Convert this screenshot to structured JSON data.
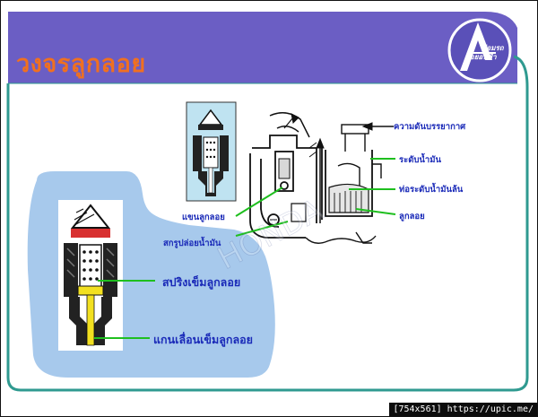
{
  "slide": {
    "title": "วงจรลูกลอย",
    "logo_line1": "ช่อมรถ",
    "logo_line2": "ล้อยอนช้า"
  },
  "diagram": {
    "labels": {
      "atmospheric_pressure": "ความดันบรรยากาศ",
      "fuel_level": "ระดับน้ำมัน",
      "fuel_level_tube": "ท่อระดับน้ำมันล้น",
      "float": "ลูกลอย",
      "float_arm": "แขนลูกลอย",
      "float_screw": "สกรูปล่อยน้ำมัน",
      "needle_spring": "สปริงเข็มลูกลอย",
      "needle_rod": "แกนเลื่อนเข็มลูกลอย"
    },
    "watermark": "HONDA"
  },
  "footer": {
    "credit": "[754x561] https://upic.me/"
  },
  "colors": {
    "header_bar": "#6b5ec4",
    "title": "#f07020",
    "blob": "#a7c9ec",
    "leader_line": "#1fbf1f",
    "label_text": "#1a2ab8",
    "needle_tip": "#d83030",
    "needle_rod": "#f2e020"
  }
}
